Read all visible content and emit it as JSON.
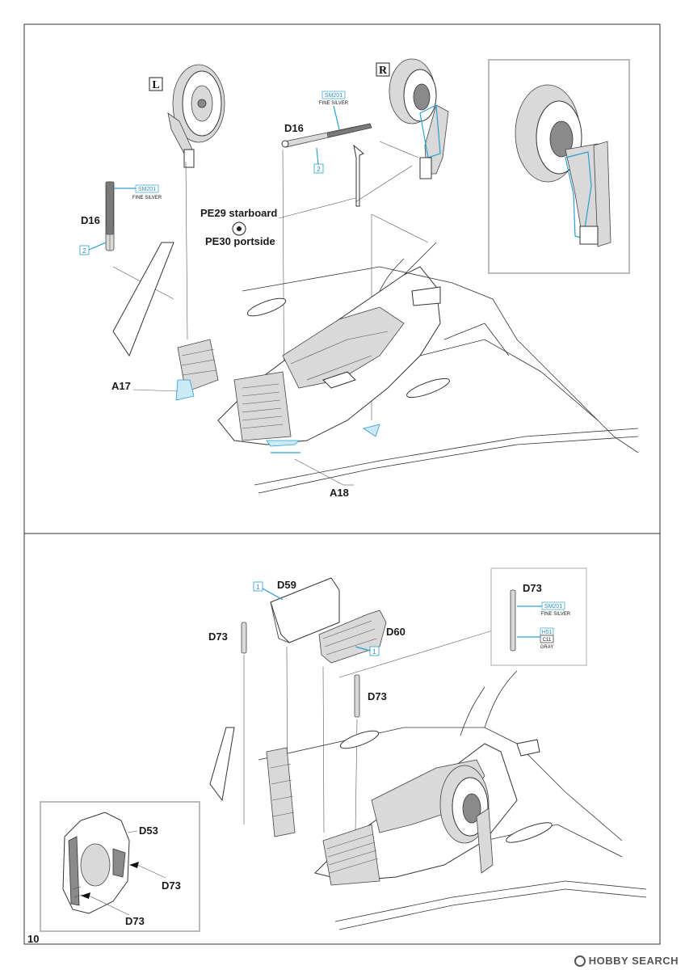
{
  "page_number": "10",
  "watermark": "HOBBY SEARCH",
  "step_top": {
    "side_left": "L",
    "side_right": "R",
    "paint_left": {
      "code": "SM201",
      "name": "FINE SILVER"
    },
    "paint_right": {
      "code": "SM201",
      "name": "FINE SILVER"
    },
    "part_d16_left": "D16",
    "part_d16_right": "D16",
    "step_ref_left": "2",
    "step_ref_right": "2",
    "pe_starboard": "PE29 starboard",
    "pe_portside": "PE30 portside",
    "part_a17": "A17",
    "part_a18": "A18"
  },
  "step_bottom": {
    "part_d59": "D59",
    "part_d60": "D60",
    "part_d73_left": "D73",
    "part_d73_mid": "D73",
    "step_ref_d59": "1",
    "step_ref_d60": "1",
    "inset_d73": "D73",
    "inset_paint1": {
      "code": "SM201",
      "name": "FINE SILVER"
    },
    "inset_paint2": {
      "code1": "H51",
      "code2": "C11",
      "name": "GRAY"
    },
    "detail_d53": "D53",
    "detail_d73_a": "D73",
    "detail_d73_b": "D73"
  }
}
